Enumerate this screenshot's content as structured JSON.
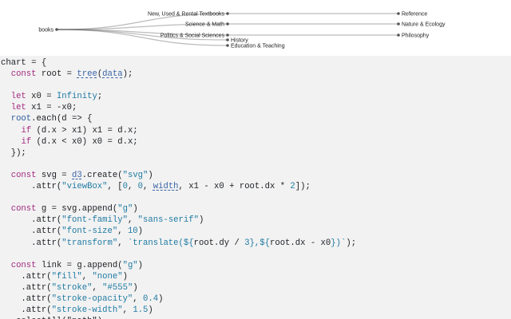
{
  "tree": {
    "root": "books",
    "level1": [
      "New, Used & Rental Textbooks",
      "Science & Math",
      "Politics & Social Sciences",
      "History",
      "Education & Teaching"
    ],
    "level2": [
      "Reference",
      "Nature & Ecology",
      "Philosophy"
    ],
    "link_color": "#555555",
    "node_color": "#555555"
  },
  "code": {
    "lines": [
      [
        [
          "t",
          "chart = {"
        ]
      ],
      [
        [
          "t",
          "  "
        ],
        [
          "kw",
          "const"
        ],
        [
          "t",
          " root = "
        ],
        [
          "ref",
          "tree"
        ],
        [
          "t",
          "("
        ],
        [
          "ref",
          "data"
        ],
        [
          "t",
          ");"
        ]
      ],
      [
        [
          "t",
          ""
        ]
      ],
      [
        [
          "t",
          "  "
        ],
        [
          "kw",
          "let"
        ],
        [
          "t",
          " x0 = "
        ],
        [
          "num",
          "Infinity"
        ],
        [
          "t",
          ";"
        ]
      ],
      [
        [
          "t",
          "  "
        ],
        [
          "kw",
          "let"
        ],
        [
          "t",
          " x1 = -x0;"
        ]
      ],
      [
        [
          "t",
          "  "
        ],
        [
          "fn",
          "root"
        ],
        [
          "t",
          ".each(d => {"
        ]
      ],
      [
        [
          "t",
          "    "
        ],
        [
          "kw",
          "if"
        ],
        [
          "t",
          " (d.x > x1) x1 = d.x;"
        ]
      ],
      [
        [
          "t",
          "    "
        ],
        [
          "kw",
          "if"
        ],
        [
          "t",
          " (d.x < x0) x0 = d.x;"
        ]
      ],
      [
        [
          "t",
          "  });"
        ]
      ],
      [
        [
          "t",
          ""
        ]
      ],
      [
        [
          "t",
          "  "
        ],
        [
          "kw",
          "const"
        ],
        [
          "t",
          " svg = "
        ],
        [
          "ref",
          "d3"
        ],
        [
          "t",
          ".create("
        ],
        [
          "str",
          "\"svg\""
        ],
        [
          "t",
          ")"
        ]
      ],
      [
        [
          "t",
          "      .attr("
        ],
        [
          "str",
          "\"viewBox\""
        ],
        [
          "t",
          ", ["
        ],
        [
          "num",
          "0"
        ],
        [
          "t",
          ", "
        ],
        [
          "num",
          "0"
        ],
        [
          "t",
          ", "
        ],
        [
          "ref",
          "width"
        ],
        [
          "t",
          ", x1 - x0 + root.dx * "
        ],
        [
          "num",
          "2"
        ],
        [
          "t",
          "]);"
        ]
      ],
      [
        [
          "t",
          ""
        ]
      ],
      [
        [
          "t",
          "  "
        ],
        [
          "kw",
          "const"
        ],
        [
          "t",
          " g = svg.append("
        ],
        [
          "str",
          "\"g\""
        ],
        [
          "t",
          ")"
        ]
      ],
      [
        [
          "t",
          "      .attr("
        ],
        [
          "str",
          "\"font-family\""
        ],
        [
          "t",
          ", "
        ],
        [
          "str",
          "\"sans-serif\""
        ],
        [
          "t",
          ")"
        ]
      ],
      [
        [
          "t",
          "      .attr("
        ],
        [
          "str",
          "\"font-size\""
        ],
        [
          "t",
          ", "
        ],
        [
          "num",
          "10"
        ],
        [
          "t",
          ")"
        ]
      ],
      [
        [
          "t",
          "      .attr("
        ],
        [
          "str",
          "\"transform\""
        ],
        [
          "t",
          ", "
        ],
        [
          "str",
          "`translate(${"
        ],
        [
          "t",
          "root.dy / "
        ],
        [
          "num",
          "3"
        ],
        [
          "str",
          "},${"
        ],
        [
          "t",
          "root.dx - x0"
        ],
        [
          "str",
          "})`"
        ],
        [
          "t",
          ");"
        ]
      ],
      [
        [
          "t",
          ""
        ]
      ],
      [
        [
          "t",
          "  "
        ],
        [
          "kw",
          "const"
        ],
        [
          "t",
          " link = g.append("
        ],
        [
          "str",
          "\"g\""
        ],
        [
          "t",
          ")"
        ]
      ],
      [
        [
          "t",
          "    .attr("
        ],
        [
          "str",
          "\"fill\""
        ],
        [
          "t",
          ", "
        ],
        [
          "str",
          "\"none\""
        ],
        [
          "t",
          ")"
        ]
      ],
      [
        [
          "t",
          "    .attr("
        ],
        [
          "str",
          "\"stroke\""
        ],
        [
          "t",
          ", "
        ],
        [
          "str",
          "\"#555\""
        ],
        [
          "t",
          ")"
        ]
      ],
      [
        [
          "t",
          "    .attr("
        ],
        [
          "str",
          "\"stroke-opacity\""
        ],
        [
          "t",
          ", "
        ],
        [
          "num",
          "0.4"
        ],
        [
          "t",
          ")"
        ]
      ],
      [
        [
          "t",
          "    .attr("
        ],
        [
          "str",
          "\"stroke-width\""
        ],
        [
          "t",
          ", "
        ],
        [
          "num",
          "1.5"
        ],
        [
          "t",
          ")"
        ]
      ],
      [
        [
          "t",
          "  .selectAll(\"path\")"
        ]
      ]
    ]
  }
}
